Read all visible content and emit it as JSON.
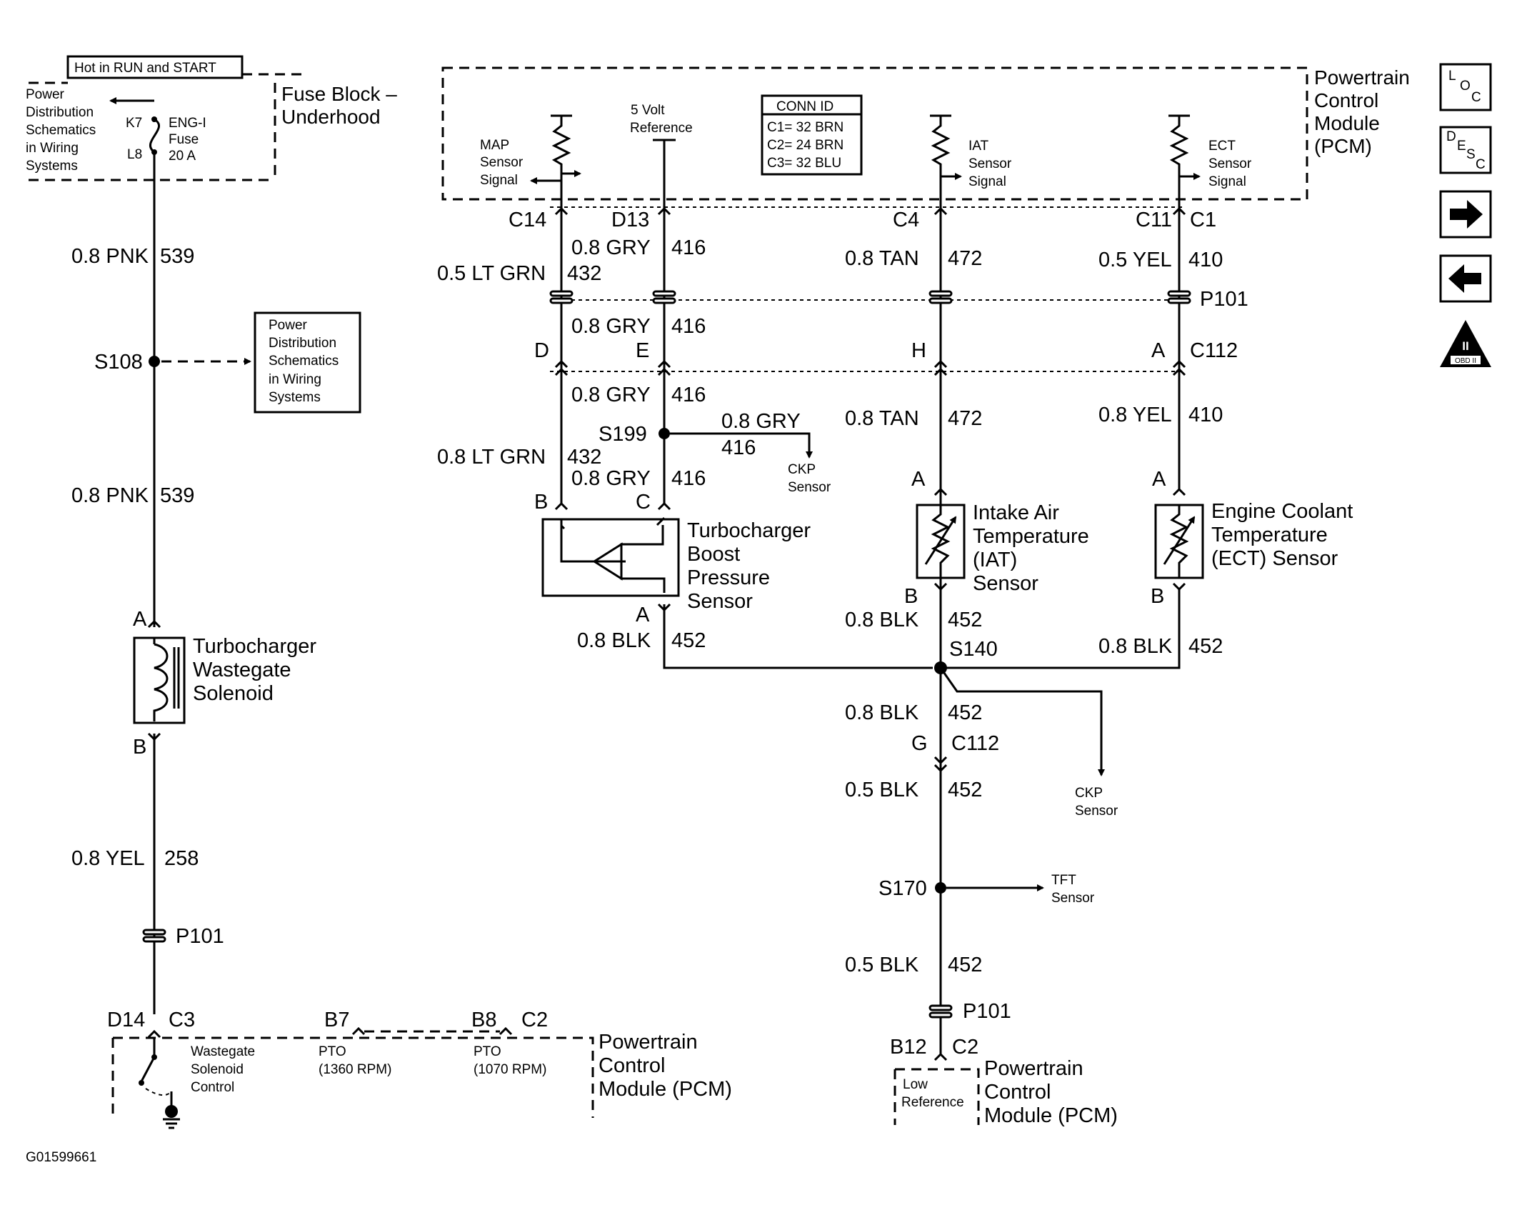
{
  "fuse_block": {
    "hot_label": "Hot in RUN and START",
    "title_line1": "Fuse Block –",
    "title_line2": "Underhood",
    "pd_ref": [
      "Power",
      "Distribution",
      "Schematics",
      "in Wiring",
      "Systems"
    ],
    "pin_top": "K7",
    "pin_bottom": "L8",
    "fuse_name": "ENG-I",
    "fuse_label": "Fuse",
    "fuse_rating": "20 A"
  },
  "pcm_top": {
    "title": [
      "Powertrain",
      "Control",
      "Module",
      "(PCM)"
    ],
    "map_label": [
      "MAP",
      "Sensor",
      "Signal"
    ],
    "ref5v_label": [
      "5 Volt",
      "Reference"
    ],
    "iat_label": [
      "IAT",
      "Sensor",
      "Signal"
    ],
    "ect_label": [
      "ECT",
      "Sensor",
      "Signal"
    ],
    "conn_id_title": "CONN ID",
    "conn_id_rows": [
      "C1= 32 BRN",
      "C2= 24 BRN",
      "C3= 32 BLU"
    ]
  },
  "left_circuit": {
    "wire1_gauge": "0.8 PNK",
    "wire1_circuit": "539",
    "splice": "S108",
    "pd_ref": [
      "Power",
      "Distribution",
      "Schematics",
      "in Wiring",
      "Systems"
    ],
    "wire2_gauge": "0.8 PNK",
    "wire2_circuit": "539",
    "pin_a": "A",
    "solenoid_label": [
      "Turbocharger",
      "Wastegate",
      "Solenoid"
    ],
    "pin_b": "B",
    "wire3_gauge": "0.8 YEL",
    "wire3_circuit": "258",
    "connector": "P101",
    "pin_d14": "D14",
    "pin_c3": "C3"
  },
  "map_circuit": {
    "pin_c14": "C14",
    "pin_d13": "D13",
    "map_wire_gauge": "0.5 LT GRN",
    "map_wire_circuit": "432",
    "ref_wire_gauge": "0.8 GRY",
    "ref_wire_circuit": "416",
    "ref_wire2_gauge": "0.8 GRY",
    "ref_wire2_circuit": "416",
    "pin_d": "D",
    "pin_e": "E",
    "ref_wire3_gauge": "0.8 GRY",
    "ref_wire3_circuit": "416",
    "splice": "S199",
    "ckp_wire_gauge": "0.8 GRY",
    "ckp_wire_circuit": "416",
    "ckp_label": [
      "CKP",
      "Sensor"
    ],
    "map_wire2_gauge": "0.8 LT GRN",
    "map_wire2_circuit": "432",
    "ref_wire4_gauge": "0.8 GRY",
    "ref_wire4_circuit": "416",
    "pin_b": "B",
    "pin_c": "C",
    "sensor_label": [
      "Turbocharger",
      "Boost",
      "Pressure",
      "Sensor"
    ],
    "pin_a": "A",
    "gnd_wire_gauge": "0.8 BLK",
    "gnd_wire_circuit": "452"
  },
  "iat_circuit": {
    "pin_c4": "C4",
    "wire1_gauge": "0.8 TAN",
    "wire1_circuit": "472",
    "pin_h": "H",
    "wire2_gauge": "0.8 TAN",
    "wire2_circuit": "472",
    "pin_a": "A",
    "sensor_label": [
      "Intake Air",
      "Temperature",
      "(IAT)",
      "Sensor"
    ],
    "pin_b": "B",
    "gnd_wire_gauge": "0.8 BLK",
    "gnd_wire_circuit": "452",
    "splice": "S140"
  },
  "ect_circuit": {
    "pin_c11": "C11",
    "pin_c1": "C1",
    "wire1_gauge": "0.5 YEL",
    "wire1_circuit": "410",
    "connector": "P101",
    "pin_a_top": "A",
    "connector2": "C112",
    "wire2_gauge": "0.8 YEL",
    "wire2_circuit": "410",
    "pin_a": "A",
    "sensor_label": [
      "Engine Coolant",
      "Temperature",
      "(ECT) Sensor"
    ],
    "pin_b": "B",
    "gnd_wire_gauge": "0.8 BLK",
    "gnd_wire_circuit": "452"
  },
  "ground_circuit": {
    "wire1_gauge": "0.8 BLK",
    "wire1_circuit": "452",
    "pin_g": "G",
    "connector": "C112",
    "ckp_label": [
      "CKP",
      "Sensor"
    ],
    "wire2_gauge": "0.5 BLK",
    "wire2_circuit": "452",
    "splice": "S170",
    "tft_label": [
      "TFT",
      "Sensor"
    ],
    "wire3_gauge": "0.5 BLK",
    "wire3_circuit": "452",
    "connector2": "P101",
    "pin_b12": "B12",
    "pin_c2": "C2",
    "low_ref_label": [
      "Low",
      "Reference"
    ],
    "pcm_label": [
      "Powertrain",
      "Control",
      "Module (PCM)"
    ]
  },
  "pcm_bottom": {
    "wastegate_label": [
      "Wastegate",
      "Solenoid",
      "Control"
    ],
    "pin_b7": "B7",
    "pto1_label": [
      "PTO",
      "(1360 RPM)"
    ],
    "pin_b8": "B8",
    "pin_c2": "C2",
    "pto2_label": [
      "PTO",
      "(1070 RPM)"
    ],
    "title": [
      "Powertrain",
      "Control",
      "Module (PCM)"
    ]
  },
  "nav": {
    "loc_label": [
      "L",
      "O",
      "C"
    ],
    "desc_label": [
      "D",
      "E",
      "S",
      "C"
    ],
    "obd_label": [
      "II",
      "OBD II"
    ]
  },
  "figure_id": "G01599661"
}
